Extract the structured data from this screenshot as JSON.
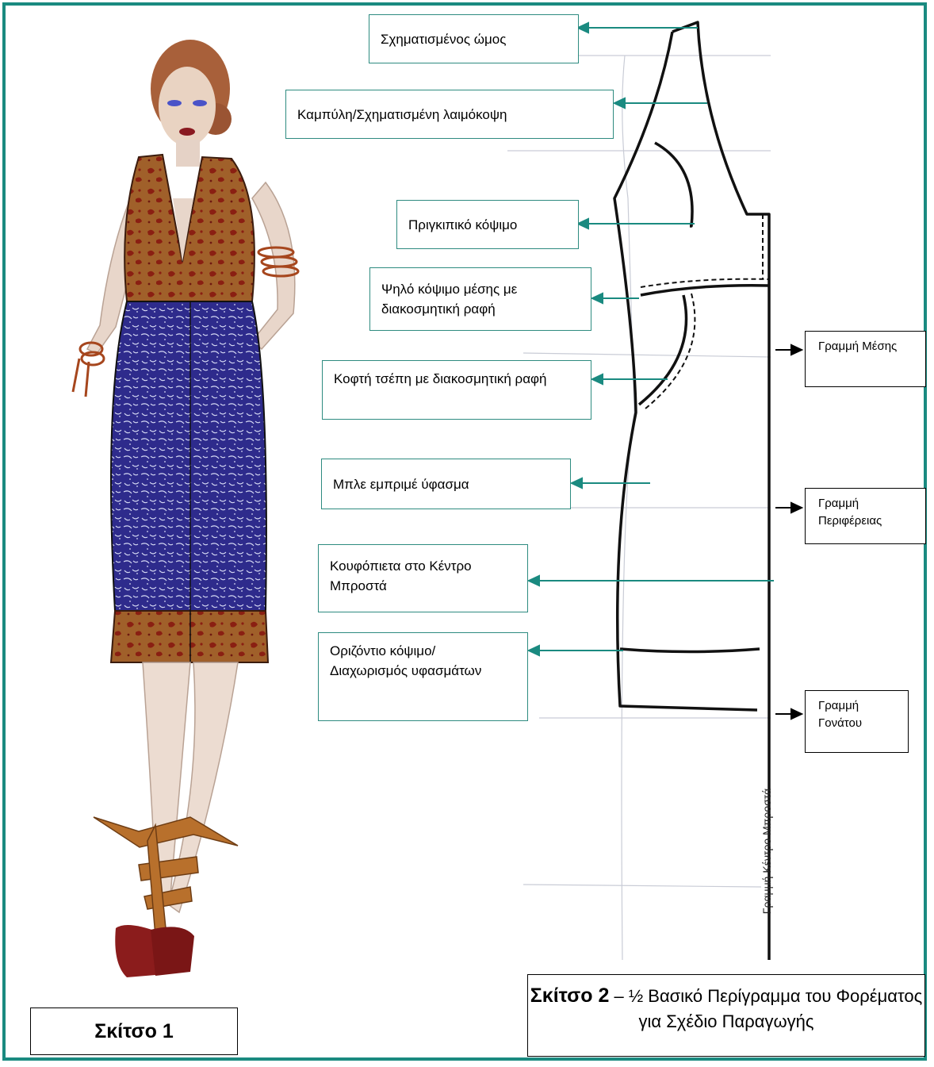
{
  "colors": {
    "accent": "#1a8a80",
    "bodice_fabric": "#8b4a1e",
    "blue_fabric": "#2e2b8c"
  },
  "labels": [
    "Σχηματισμένος ώμος",
    "Καμπύλη/Σχηματισμένη λαιμόκοψη",
    "Πριγκιπικό κόψιμο",
    "Ψηλό κόψιμο μέσης με διακοσμητική ραφή",
    "Κοφτή τσέπη με διακοσμητική ραφή",
    "Μπλε εμπριμέ ύφασμα",
    "Κουφόπιετα στο Κέντρο Μπροστά",
    "Οριζόντιο κόψιμο/ Διαχωρισμός υφασμάτων"
  ],
  "side_labels": [
    "Γραμμή Μέσης",
    "Γραμμή Περιφέρειας",
    "Γραμμή Γονάτου"
  ],
  "vertical_label": "Γραμμή Κέντρο Μπροστά",
  "caption1": "Σκίτσο 1",
  "caption2": {
    "bold": "Σκίτσο 2",
    "rest": " – ½ Βασικό Περίγραμμα του Φορέματος για Σχέδιο Παραγωγής"
  }
}
